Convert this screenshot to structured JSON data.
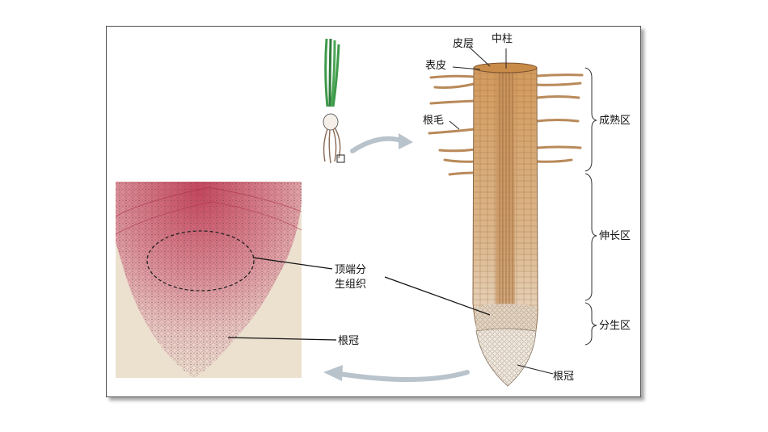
{
  "labels": {
    "cortex": "皮层",
    "stele": "中柱",
    "epidermis": "表皮",
    "root_hair": "根毛",
    "maturation_zone": "成熟区",
    "elongation_zone": "伸长区",
    "meristem_zone": "分生区",
    "root_cap_right": "根冠",
    "apical_meristem_line1": "顶端分",
    "apical_meristem_line2": "生组织",
    "root_cap_left": "根冠"
  },
  "colors": {
    "root_tan": "#d4a46e",
    "root_light": "#ead4b6",
    "stele_dark": "#b9844f",
    "micro_pink": "#d86a7c",
    "micro_bg": "#e9d9c8",
    "seedling_green": "#3f9a4a",
    "arrow_gray": "#b9c3cc"
  }
}
